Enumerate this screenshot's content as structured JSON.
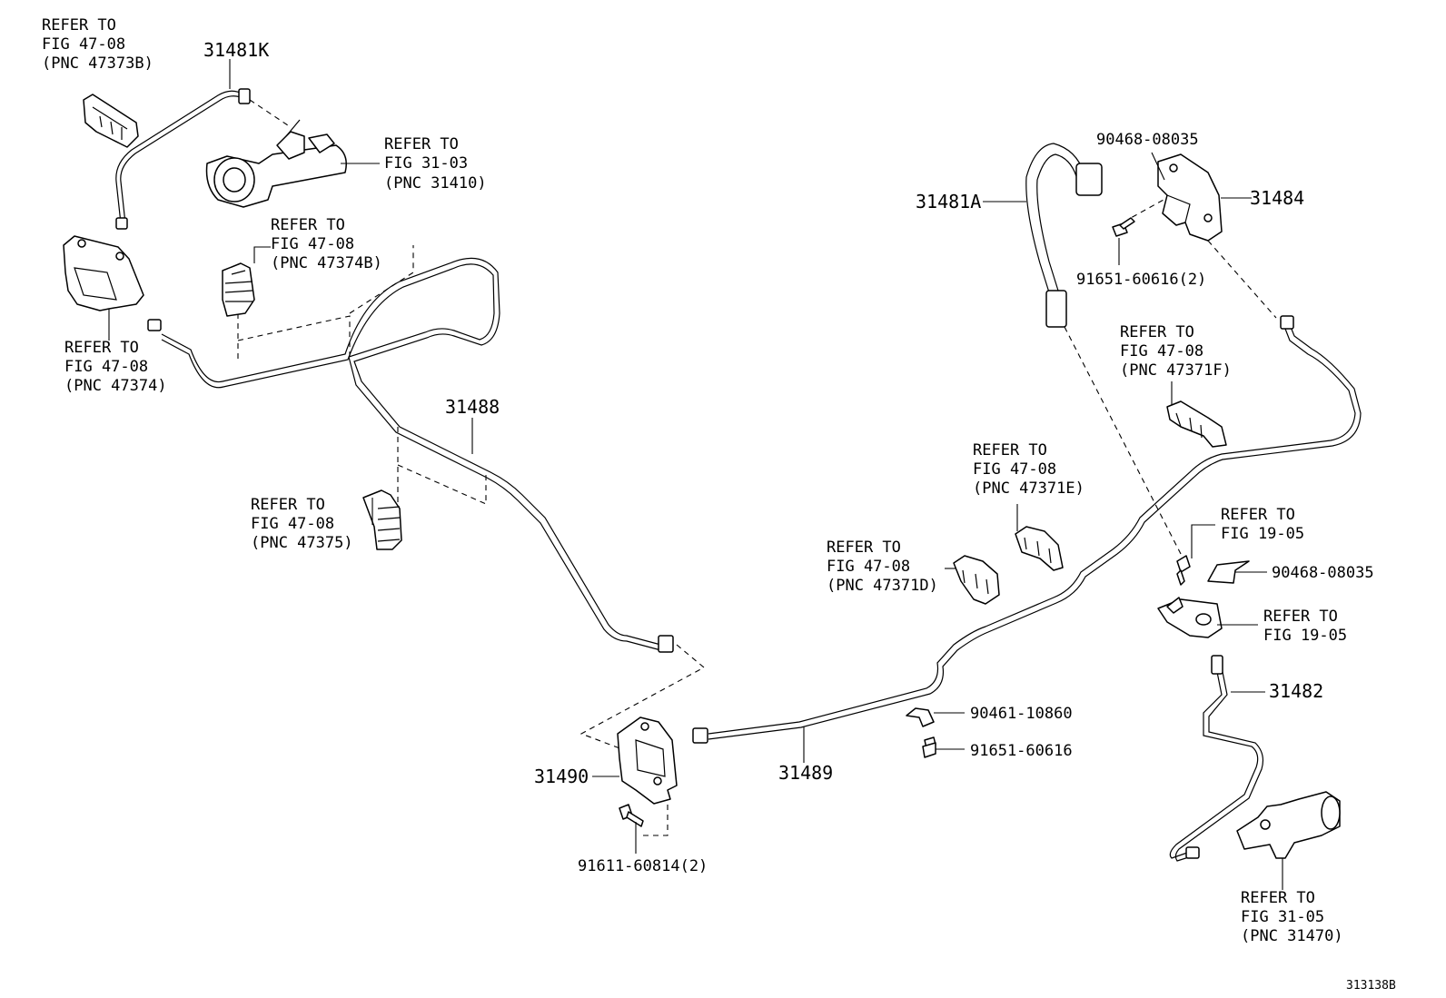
{
  "figure_id": "313138B",
  "refs": {
    "r47373b": [
      "REFER TO",
      "FIG 47-08",
      "(PNC 47373B)"
    ],
    "r31410": [
      "REFER TO",
      "FIG 31-03",
      "(PNC 31410)"
    ],
    "r47374b": [
      "REFER TO",
      "FIG 47-08",
      "(PNC 47374B)"
    ],
    "r47374": [
      "REFER TO",
      "FIG 47-08",
      "(PNC 47374)"
    ],
    "r47375": [
      "REFER TO",
      "FIG 47-08",
      "(PNC 47375)"
    ],
    "r47371f": [
      "REFER TO",
      "FIG 47-08",
      "(PNC 47371F)"
    ],
    "r47371e": [
      "REFER TO",
      "FIG 47-08",
      "(PNC 47371E)"
    ],
    "r47371d": [
      "REFER TO",
      "FIG 47-08",
      "(PNC 47371D)"
    ],
    "r1905a": [
      "REFER TO",
      "FIG 19-05"
    ],
    "r1905b": [
      "REFER TO",
      "FIG 19-05"
    ],
    "r31470": [
      "REFER TO",
      "FIG 31-05",
      "(PNC 31470)"
    ]
  },
  "parts": {
    "p31481k": "31481K",
    "p31488": "31488",
    "p31481a": "31481A",
    "p90468a": "90468-08035",
    "p31484": "31484",
    "p91651a": "91651-60616(2)",
    "p90468b": "90468-08035",
    "p31482": "31482",
    "p90461": "90461-10860",
    "p91651b": "91651-60616",
    "p31489": "31489",
    "p31490": "31490",
    "p91611": "91611-60814(2)"
  }
}
